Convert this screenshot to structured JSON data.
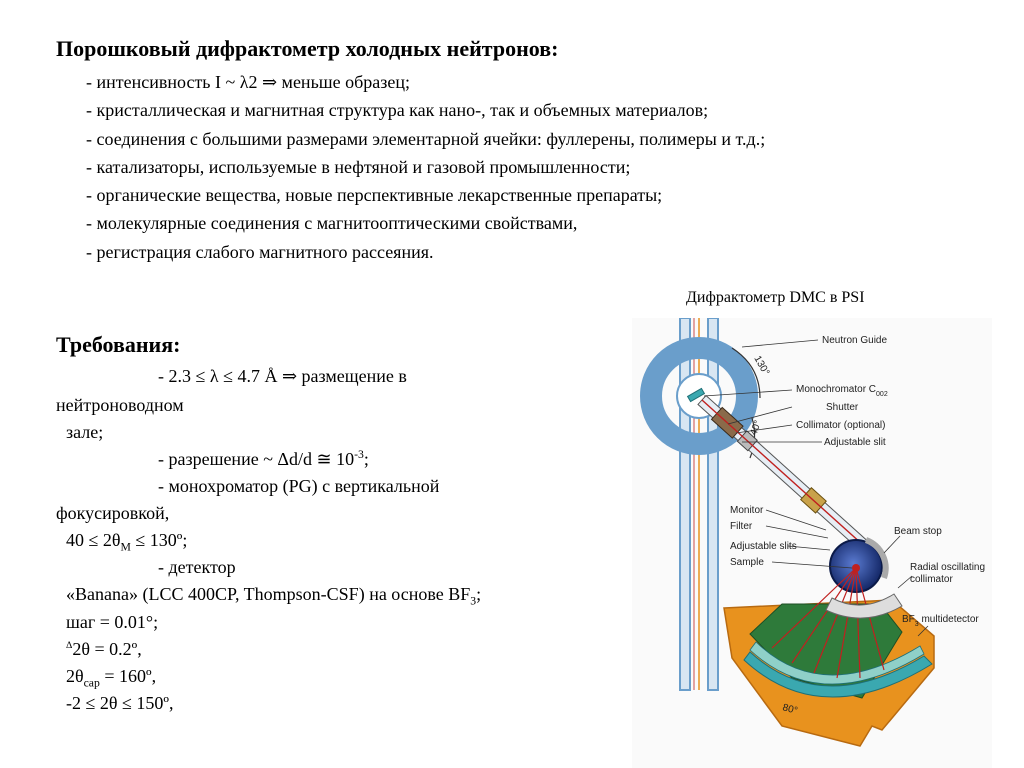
{
  "title": "Порошковый дифрактометр холодных нейтронов:",
  "bullets": [
    "- интенсивность I ~ λ2   ⇒  меньше образец;",
    "- кристаллическая и магнитная структура как нано-, так и объемных материалов;",
    "- соединения с большими размерами элементарной ячейки: фуллерены, полимеры и т.д.;",
    "- катализаторы, используемые в нефтяной и газовой промышленности;",
    "- органические вещества, новые перспективные лекарственные препараты;",
    "- молекулярные соединения с магнитооптическими свойствами,",
    "- регистрация слабого магнитного рассеяния."
  ],
  "requirements": {
    "title": "Требования:",
    "wavelength": "- 2.3 ≤ λ ≤ 4.7 Å ⇒ размещение в",
    "wavelength_cont1": "нейтроноводном",
    "wavelength_cont2": "зале;",
    "resolution_prefix": "- разрешение ~ Δd/d ≅ 10",
    "resolution_exp": "-3",
    "resolution_suffix": ";",
    "monochromator": "- монохроматор (PG) с вертикальной",
    "focusing": "фокусировкой,",
    "angle_prefix": "40 ≤ 2θ",
    "angle_sub": "M",
    "angle_suffix": " ≤ 130º;",
    "detector": "- детектор",
    "banana_prefix": "«Banana» (LCC 400CP, Thompson-CSF) на основе BF",
    "banana_sub": "3",
    "banana_suffix": ";",
    "step": "шаг = 0.01°;",
    "delta_prefix": "Δ",
    "delta_text": "2θ = 0.2º,",
    "cap_prefix": "2θ",
    "cap_sub": "cap",
    "cap_suffix": " = 160º,",
    "range": "-2 ≤ 2θ ≤ 150º,"
  },
  "caption": "Дифрактометр DMC в PSI",
  "diagram": {
    "labels": {
      "neutron_guide": "Neutron Guide",
      "monochromator": "Monochromator C",
      "monochromator_sub": "002",
      "shutter": "Shutter",
      "collimator": "Collimator (optional)",
      "adjustable_slit": "Adjustable slit",
      "monitor": "Monitor",
      "filter": "Filter",
      "adjustable_slits": "Adjustable slits",
      "sample": "Sample",
      "beam_stop": "Beam stop",
      "radial_1": "Radial oscillating",
      "radial_2": "collimator",
      "bf3_prefix": "BF",
      "bf3_sub": "3",
      "bf3_suffix": " multidetector",
      "angle_130": "130°",
      "angle_40": "40°",
      "angle_80": "80°"
    },
    "colors": {
      "guide": "#6a9ecb",
      "orange": "#e8921e",
      "green": "#2e7a3a",
      "teal": "#3aa8b0",
      "sample": "#1a3a8a",
      "beam": "#c0201f"
    }
  }
}
